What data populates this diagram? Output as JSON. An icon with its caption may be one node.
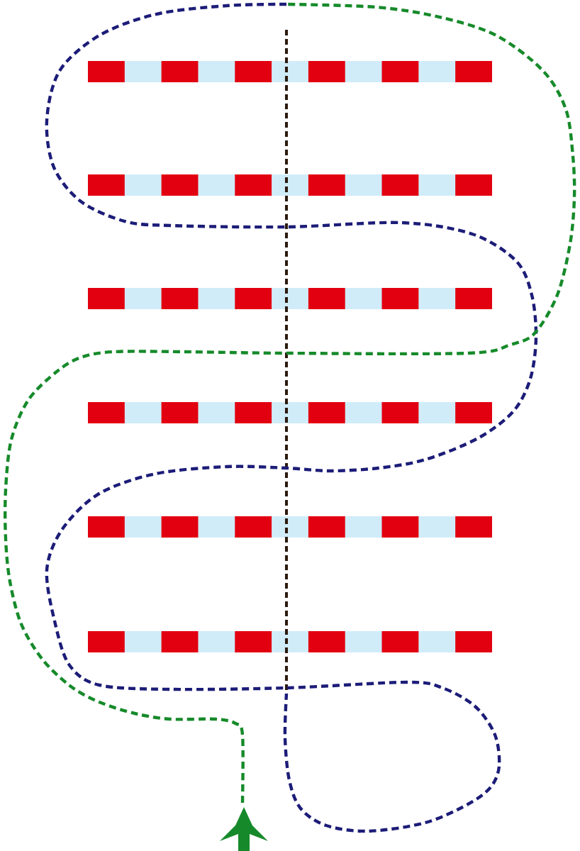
{
  "diagram": {
    "nodes": [
      {
        "text": [],
        "shape": "bar"
      },
      {
        "text": [],
        "shape": "bar"
      },
      {
        "text": [],
        "shape": "bar"
      },
      {
        "text": [],
        "shape": "bar"
      },
      {
        "text": [],
        "shape": "bar"
      },
      {
        "text": [],
        "shape": "bar"
      }
    ]
  }
}
